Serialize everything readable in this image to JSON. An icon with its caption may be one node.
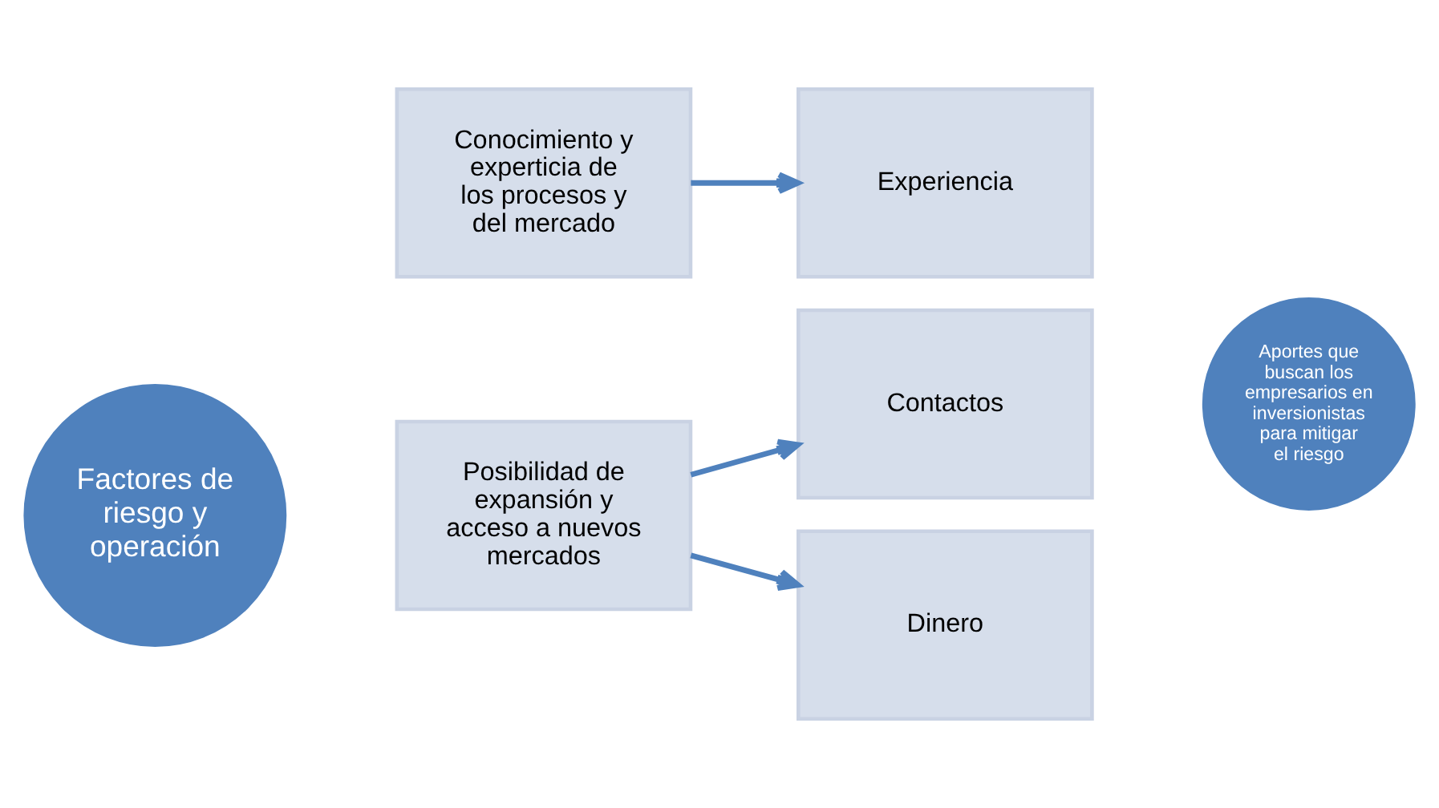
{
  "diagram": {
    "nodes": [
      {
        "text": [
          "Factores de riesgo y operación"
        ]
      },
      {
        "text": [
          "Posibilidad de expansión y acceso a nuevos mercados"
        ]
      },
      {
        "text": [
          "Contactos"
        ]
      },
      {
        "text": [
          "Aportes que buscan los empresarios en inversionistas para mitigar el riesgo"
        ]
      },
      {
        "text": [
          "Dinero"
        ]
      },
      {
        "text": [
          "Conocimiento y experticia de los procesos y del mercado"
        ]
      },
      {
        "text": [
          "Experiencia"
        ]
      }
    ],
    "edges": [
      {
        "from": 1,
        "to": 2,
        "arrow": "to"
      },
      {
        "from": 1,
        "to": 4,
        "arrow": "to"
      },
      {
        "from": 5,
        "to": 6,
        "arrow": "to"
      }
    ]
  }
}
